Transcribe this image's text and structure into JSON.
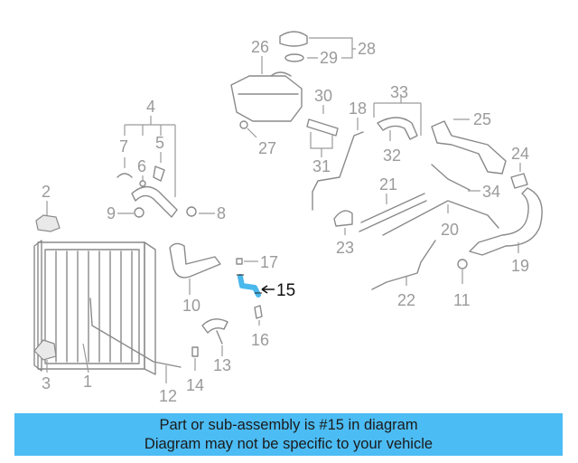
{
  "diagram": {
    "highlight_color": "#4ab8ec",
    "callouts": {
      "c1": "1",
      "c2": "2",
      "c3": "3",
      "c4": "4",
      "c5": "5",
      "c6": "6",
      "c7": "7",
      "c8": "8",
      "c9": "9",
      "c10": "10",
      "c11": "11",
      "c12": "12",
      "c13": "13",
      "c14": "14",
      "c15": "15",
      "c16": "16",
      "c17": "17",
      "c19": "19",
      "c20": "20",
      "c21": "21",
      "c22": "22",
      "c23": "23",
      "c24": "24",
      "c25": "25",
      "c26": "26",
      "c27": "27",
      "c28": "28",
      "c29": "29",
      "c30": "30",
      "c31": "31",
      "c32": "32",
      "c33": "33",
      "c34": "34",
      "c18": "18"
    }
  },
  "banner": {
    "line1": "Part or sub-assembly is #15 in diagram",
    "line2": "Diagram may not be specific to your vehicle",
    "background": "#4cbcf4"
  }
}
